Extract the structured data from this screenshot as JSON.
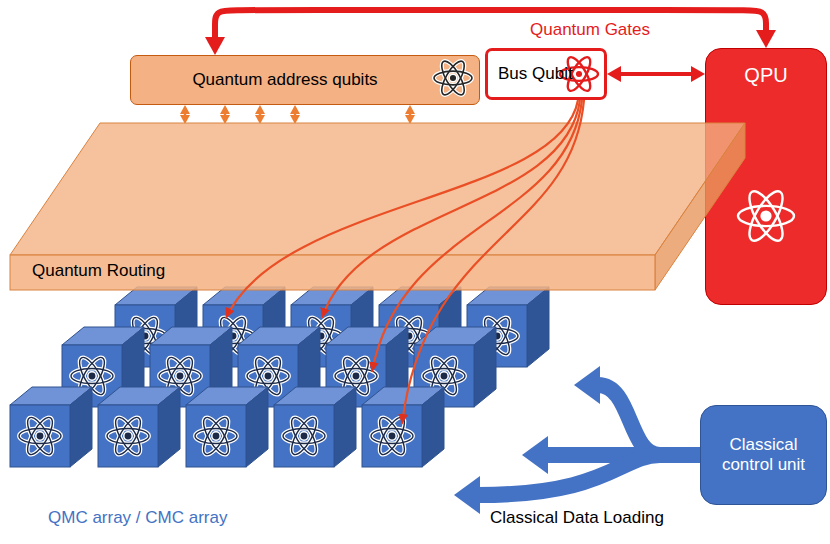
{
  "diagram": {
    "nodes": [
      {
        "text": [
          "Quantum address qubits"
        ]
      },
      {
        "text": [
          "Bus Qubit"
        ]
      },
      {
        "text": [
          "QPU"
        ]
      },
      {
        "text": [
          "Quantum Routing"
        ]
      },
      {
        "text": [
          "Classical control unit"
        ]
      }
    ],
    "edges": [
      {
        "from": 0,
        "to": 2,
        "arrow": "both",
        "label": "Quantum Gates"
      },
      {
        "from": 1,
        "to": 2,
        "arrow": "both"
      },
      {
        "from": 0,
        "to": 3,
        "arrow": "both"
      },
      {
        "from": 0,
        "to": 3,
        "arrow": "both"
      },
      {
        "from": 0,
        "to": 3,
        "arrow": "both"
      },
      {
        "from": 0,
        "to": 3,
        "arrow": "both"
      },
      {
        "from": 0,
        "to": 3,
        "arrow": "both"
      }
    ],
    "labels": [
      "QMC array / CMC array",
      "Classical Data Loading"
    ]
  }
}
